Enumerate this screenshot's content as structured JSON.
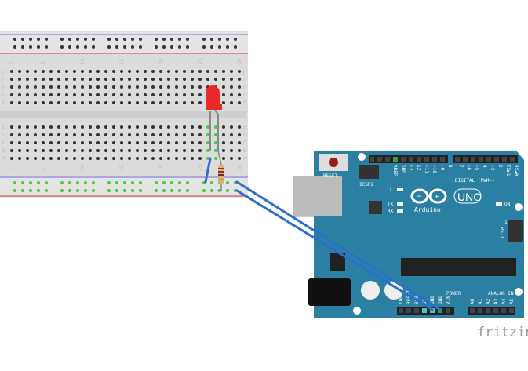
{
  "breadboard": {
    "column_labels": [
      "1",
      "5",
      "10",
      "15",
      "20",
      "25",
      "30"
    ],
    "row_labels_top": [
      "J",
      "I",
      "H",
      "G",
      "F"
    ],
    "row_labels_bottom": [
      "E",
      "D",
      "C",
      "B",
      "A"
    ]
  },
  "arduino": {
    "reset_label": "RESET",
    "icsp2_label": "ICSP2",
    "icsp_label": "ICSP",
    "icsp_pin1": "1",
    "logo_text": "Arduino",
    "model": "UNO",
    "led_l": "L",
    "led_tx": "TX",
    "led_rx": "RX",
    "led_on": "ON",
    "digital_label": "DIGITAL (PWM~)",
    "power_label": "POWER",
    "analog_label": "ANALOG IN",
    "digital_pins": [
      "AREF",
      "GND",
      "13",
      "12",
      "~11",
      "~10",
      "~9",
      "8",
      "7",
      "~6",
      "~5",
      "4",
      "~3",
      "2",
      "TX▶1",
      "RX◀0"
    ],
    "power_pins": [
      "IOREF",
      "RESET",
      "3V3",
      "5V",
      "GND",
      "GND",
      "VIN"
    ],
    "analog_pins": [
      "A0",
      "A1",
      "A2",
      "A3",
      "A4",
      "A5"
    ]
  },
  "colors": {
    "board": "#2b7fa2",
    "wire": "#2a6fc9",
    "led": "#e82a2a",
    "breadboard": "#dcdcdc"
  },
  "watermark": "fritzing"
}
